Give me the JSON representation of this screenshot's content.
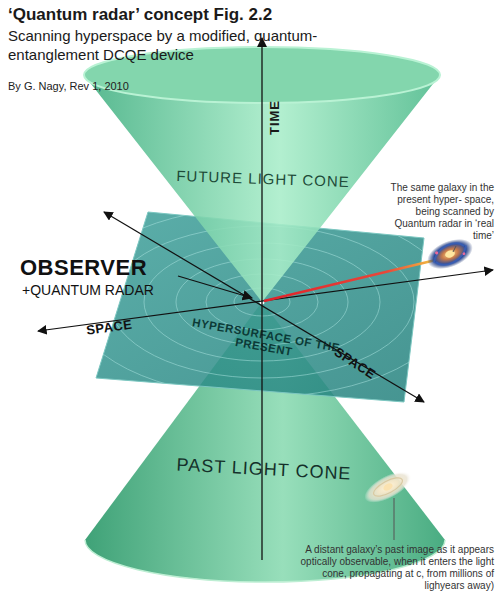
{
  "diagram": {
    "title": "‘Quantum radar’ concept Fig. 2.2",
    "nodes": [
      {
        "text": [
          "FUTURE LIGHT CONE"
        ]
      },
      {
        "text": [
          "HYPERSURFACE OF THE PRESENT"
        ]
      },
      {
        "text": [
          "PAST LIGHT CONE"
        ]
      }
    ],
    "labels": [
      "Scanning hyperspace by a modified, quantum-entanglement DCQE device",
      "By G. Nagy, Rev 1, 2010",
      "TIME",
      "OBSERVER",
      "+QUANTUM RADAR",
      "SPACE",
      "SPACE",
      "The same galaxy in the present hyper- space, being scanned by Quantum radar in ‘real time’",
      "A distant galaxy’s past image as it appears optically observable, when it enters the light cone, propagating at c, from millions of lighyears away)"
    ]
  }
}
